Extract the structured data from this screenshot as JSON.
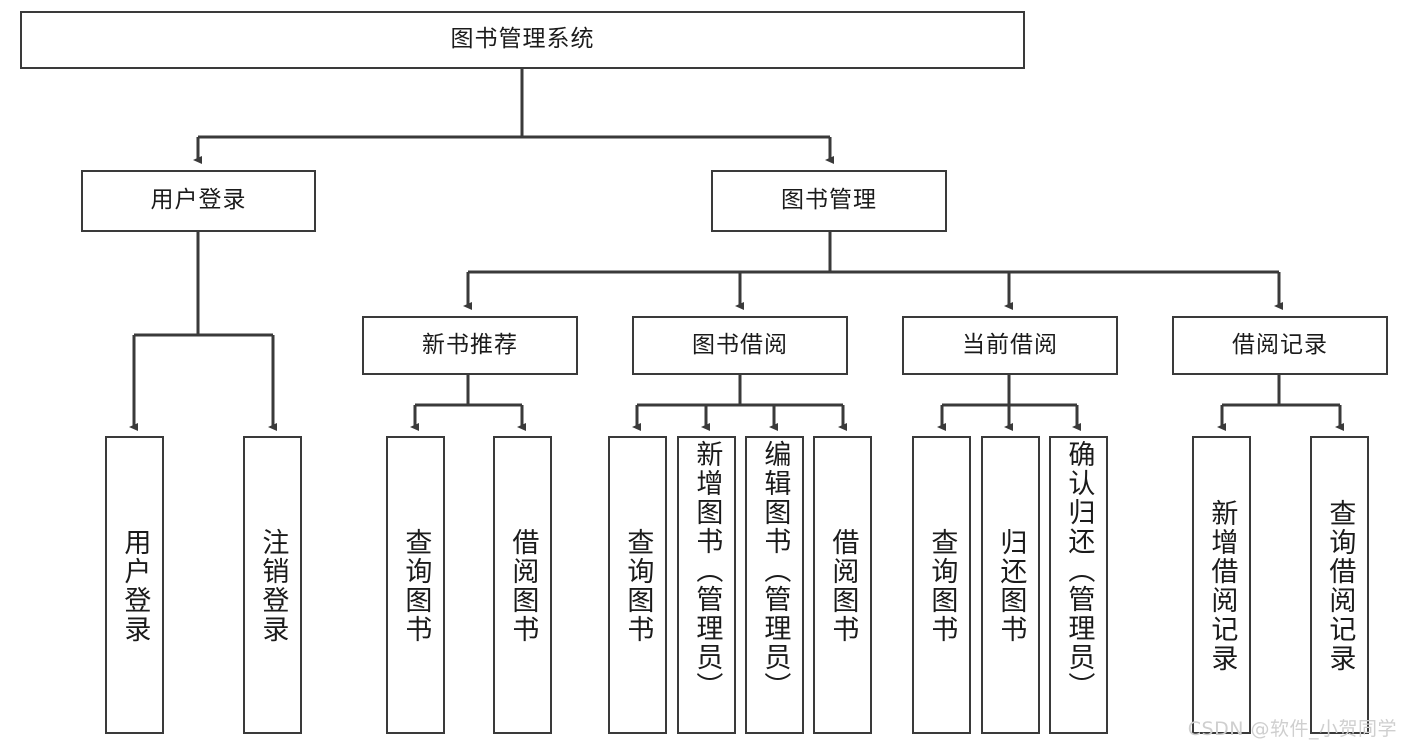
{
  "diagram": {
    "type": "tree-hierarchy-flowchart",
    "title": "图书管理系统",
    "watermark": "CSDN @软件_小贺同学",
    "colors": {
      "box_border": "#3a3a3a",
      "box_fill": "#ffffff",
      "connector": "#3a3a3a",
      "text": "#1b1b1b",
      "watermark": "#cfcfcf",
      "background": "#ffffff"
    },
    "root": {
      "label": "图书管理系统"
    },
    "level2": [
      {
        "label": "用户登录"
      },
      {
        "label": "图书管理"
      }
    ],
    "level3": [
      {
        "label": "新书推荐"
      },
      {
        "label": "图书借阅"
      },
      {
        "label": "当前借阅"
      },
      {
        "label": "借阅记录"
      }
    ],
    "leaves": {
      "user_login": [
        {
          "label": "用户登录"
        },
        {
          "label": "注销登录"
        }
      ],
      "new_book_recommend": [
        {
          "label": "查询图书"
        },
        {
          "label": "借阅图书"
        }
      ],
      "book_borrow": [
        {
          "label": "查询图书"
        },
        {
          "label": "新增图书（管理员）"
        },
        {
          "label": "编辑图书（管理员）"
        },
        {
          "label": "借阅图书"
        }
      ],
      "current_borrow": [
        {
          "label": "查询图书"
        },
        {
          "label": "归还图书"
        },
        {
          "label": "确认归还（管理员）"
        }
      ],
      "borrow_record": [
        {
          "label": "新增借阅记录"
        },
        {
          "label": "查询借阅记录"
        }
      ]
    }
  }
}
